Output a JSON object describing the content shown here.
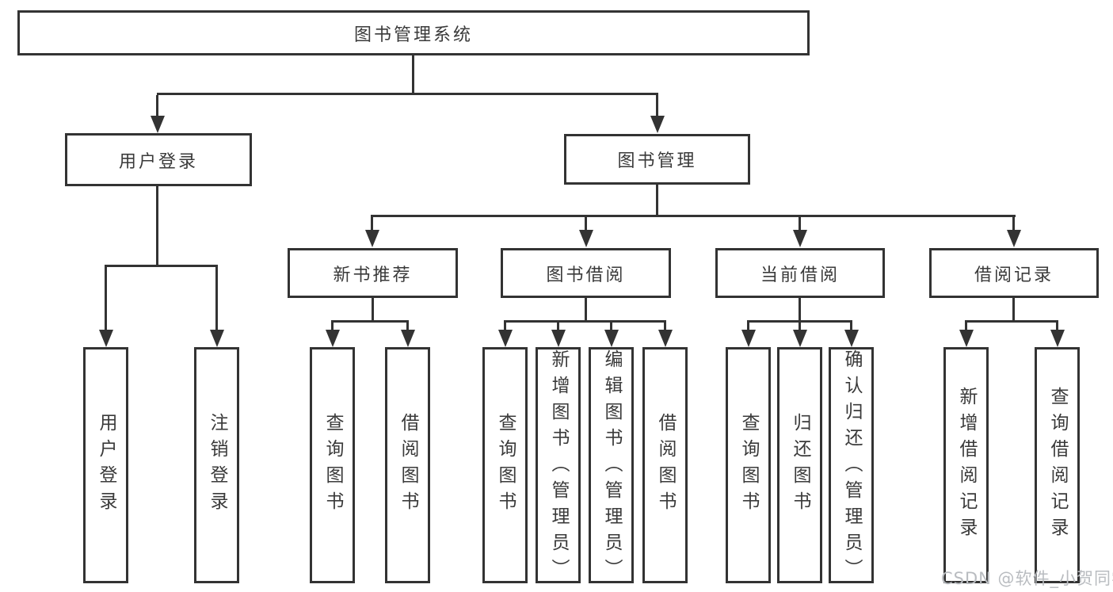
{
  "diagram": {
    "root": "图书管理系统",
    "level2": {
      "user": "用户登录",
      "book": "图书管理"
    },
    "level3": {
      "newbook": "新书推荐",
      "borrow": "图书借阅",
      "current": "当前借阅",
      "record": "借阅记录"
    },
    "leaves": {
      "user_login": "用户登录",
      "user_logout": "注销登录",
      "new_query": "查询图书",
      "new_borrow": "借阅图书",
      "borrow_query": "查询图书",
      "borrow_add": "新增图书（管理员）",
      "borrow_edit": "编辑图书（管理员）",
      "borrow_do": "借阅图书",
      "current_query": "查询图书",
      "current_return": "归还图书",
      "current_confirm": "确认归还（管理员）",
      "record_add": "新增借阅记录",
      "record_query": "查询借阅记录"
    }
  },
  "watermark": "CSDN @软件_小贺同学",
  "colors": {
    "line": "#333333",
    "text": "#3a3a3a",
    "watermark": "#b9bcc0",
    "background": "#ffffff"
  }
}
